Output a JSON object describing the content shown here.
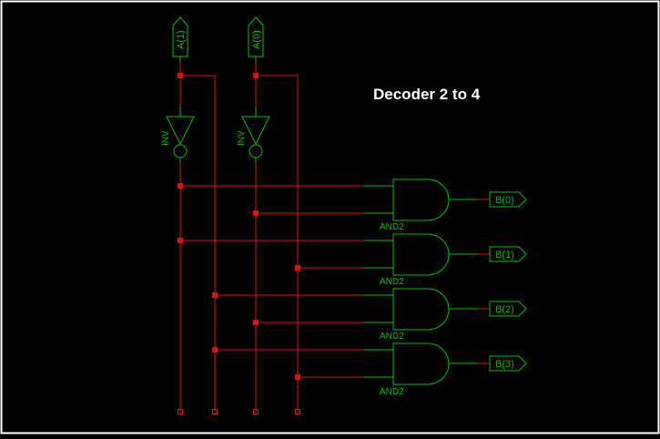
{
  "diagram": {
    "title": "Decoder 2 to 4",
    "inputs": [
      {
        "label": "A(1)"
      },
      {
        "label": "A(0)"
      }
    ],
    "inverters": [
      {
        "label": "INV"
      },
      {
        "label": "INV"
      }
    ],
    "gates": [
      {
        "label": "AND2"
      },
      {
        "label": "AND2"
      },
      {
        "label": "AND2"
      },
      {
        "label": "AND2"
      }
    ],
    "outputs": [
      {
        "label": "B(0)"
      },
      {
        "label": "B(1)"
      },
      {
        "label": "B(2)"
      },
      {
        "label": "B(3)"
      }
    ],
    "colors": {
      "background": "#000000",
      "border": "#ffffff",
      "wire": "#e01010",
      "node": "#e01010",
      "component": "#00c000",
      "title": "#ffffff"
    }
  }
}
